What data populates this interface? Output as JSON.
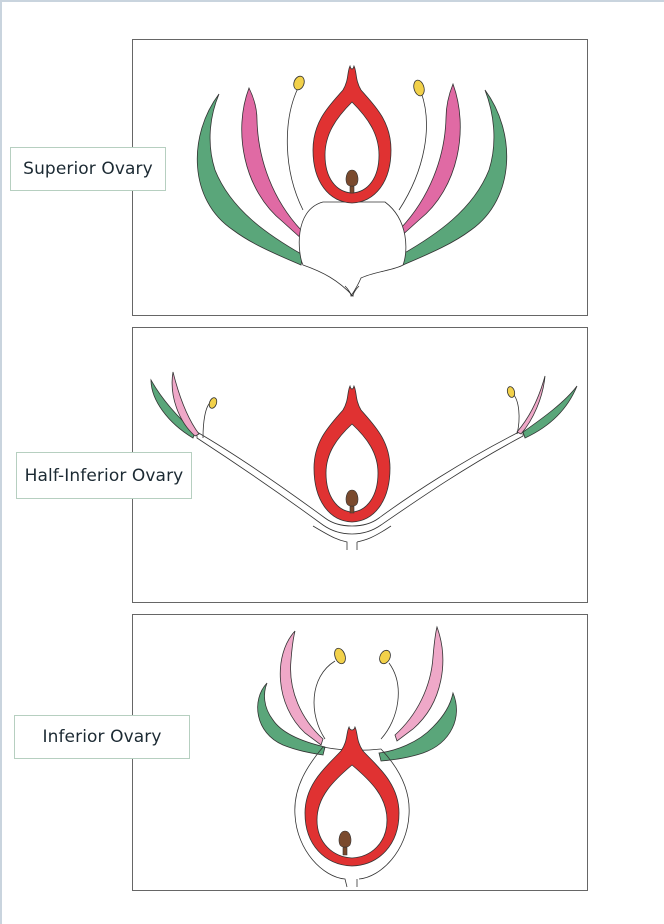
{
  "labels": {
    "superior": "Superior Ovary",
    "half_inferior": "Half-Inferior Ovary",
    "inferior": "Inferior Ovary"
  },
  "colors": {
    "ovary": "#e03232",
    "ovule": "#7a4a2e",
    "anther": "#f2d14a",
    "petal": "#e06aa4",
    "petal_light": "#efa8c8",
    "sepal": "#5aa67a",
    "sepal_dark": "#2f6e49",
    "outline": "#333333"
  }
}
